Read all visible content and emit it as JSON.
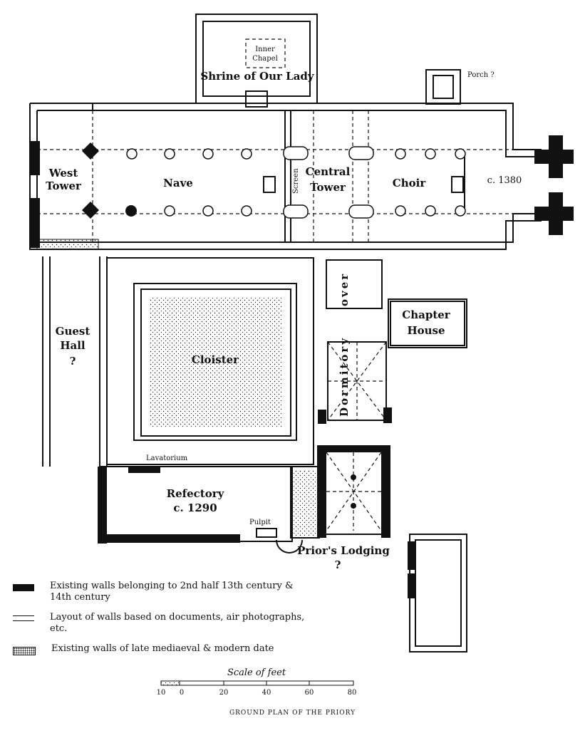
{
  "labels": {
    "shrine": "Shrine of Our Lady",
    "inner_chapel": [
      "Inner",
      "Chapel"
    ],
    "porch": "Porch ?",
    "west_tower": [
      "West",
      "Tower"
    ],
    "nave": "Nave",
    "screen": "Screen",
    "central_tower": [
      "Central",
      "Tower"
    ],
    "choir": "Choir",
    "date_1380": "c. 1380",
    "over": "over",
    "chapter_house": [
      "Chapter",
      "House"
    ],
    "guest_hall": [
      "Guest",
      "Hall",
      "?"
    ],
    "cloister": "Cloister",
    "dormitory": "Dormitory",
    "lavatorium": "Lavatorium",
    "refectory": [
      "Refectory",
      "c. 1290"
    ],
    "pulpit": "Pulpit",
    "priors_lodging": [
      "Prior's Lodging",
      "?"
    ]
  },
  "legend": [
    {
      "kind": "existing",
      "text": "Existing walls belonging to 2nd half 13th century & 14th century"
    },
    {
      "kind": "layout",
      "text": "Layout of walls based on documents, air photographs, etc."
    },
    {
      "kind": "late",
      "text": "Existing walls of late mediaeval & modern date"
    }
  ],
  "scale": {
    "title": "Scale of feet",
    "ticks": [
      "10",
      "0",
      "20",
      "40",
      "60",
      "80"
    ]
  },
  "caption": "GROUND PLAN OF THE PRIORY",
  "colors": {
    "ink": "#111111",
    "paper": "#ffffff"
  }
}
